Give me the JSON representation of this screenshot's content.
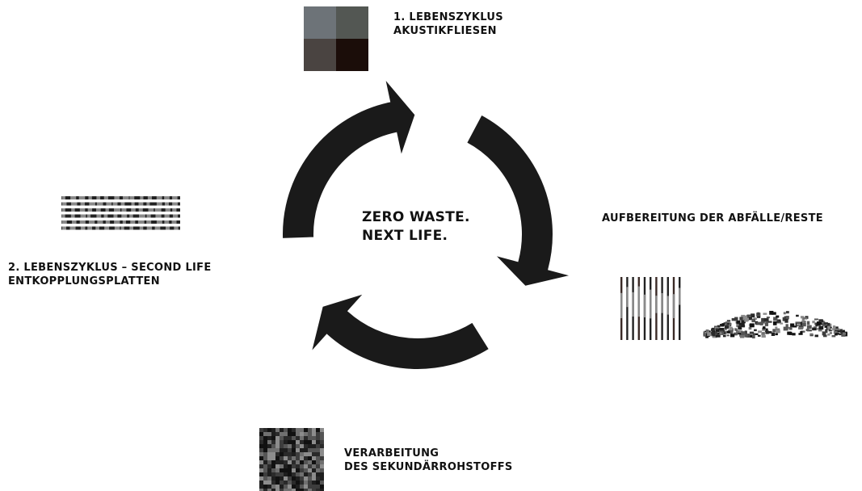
{
  "center": {
    "line1": "ZERO WASTE.",
    "line2": "NEXT LIFE."
  },
  "stage1": {
    "line1": "1. LEBENSZYKLUS",
    "line2": "AKUSTIKFLIESEN"
  },
  "stage2": {
    "line1": "AUFBEREITUNG DER ABFÄLLE/RESTE"
  },
  "stage3": {
    "line1": "VERARBEITUNG",
    "line2": "DES SEKUNDÄRROHSTOFFS"
  },
  "stage4": {
    "line1": "2. LEBENSZYKLUS – SECOND LIFE",
    "line2": "ENTKOPPLUNGSPLATTEN"
  },
  "colors": {
    "arrow": "#1a1a1a",
    "text": "#111111",
    "background": "#ffffff"
  }
}
